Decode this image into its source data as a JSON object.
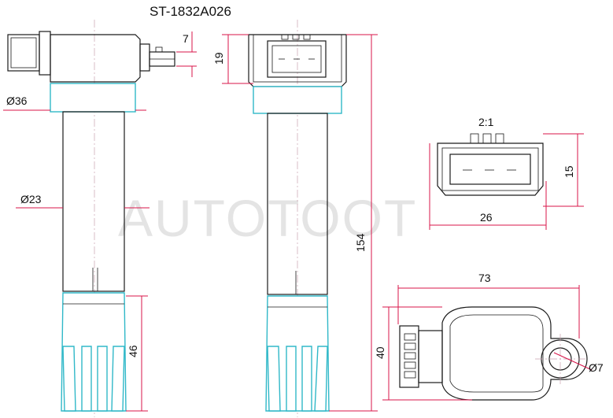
{
  "part_number": "ST-1832A026",
  "watermark": "AUTOTOOT",
  "dimensions": {
    "connector_tab": "7",
    "head_height": "19",
    "head_diameter": "Ø36",
    "body_diameter": "Ø23",
    "total_length": "154",
    "boot_length": "46",
    "connector_ratio": "2:1",
    "connector_height": "15",
    "connector_width": "26",
    "mount_length": "73",
    "mount_height": "40",
    "hole_diameter": "Ø7"
  },
  "colors": {
    "dimension_line": "#d8164a",
    "boot_outline": "#30b8c8",
    "body_outline": "#1a1a1a"
  }
}
